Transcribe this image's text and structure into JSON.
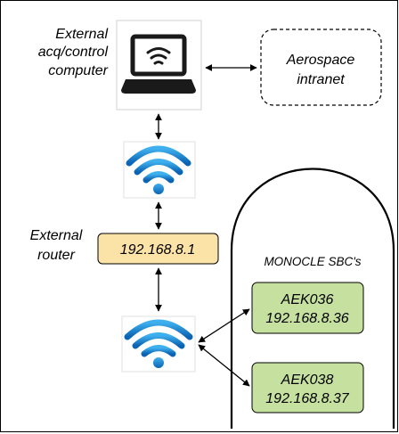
{
  "labels": {
    "external_computer": [
      "External",
      "acq/control",
      "computer"
    ],
    "aerospace_intranet": [
      "Aerospace",
      "intranet"
    ],
    "external_router": [
      "External",
      "router"
    ],
    "router_ip": "192.168.8.1",
    "monocle_title": "MONOCLE SBC's"
  },
  "devices": [
    {
      "name": "AEK036",
      "ip": "192.168.8.36"
    },
    {
      "name": "AEK038",
      "ip": "192.168.8.37"
    }
  ],
  "colors": {
    "router_fill": "#fbe3a8",
    "device_fill": "#c6e0a0",
    "wifi_blue": "#1a8fd6",
    "laptop_dark": "#1a1a1a"
  },
  "icons": [
    "laptop-icon",
    "wifi-icon",
    "wifi-icon"
  ]
}
